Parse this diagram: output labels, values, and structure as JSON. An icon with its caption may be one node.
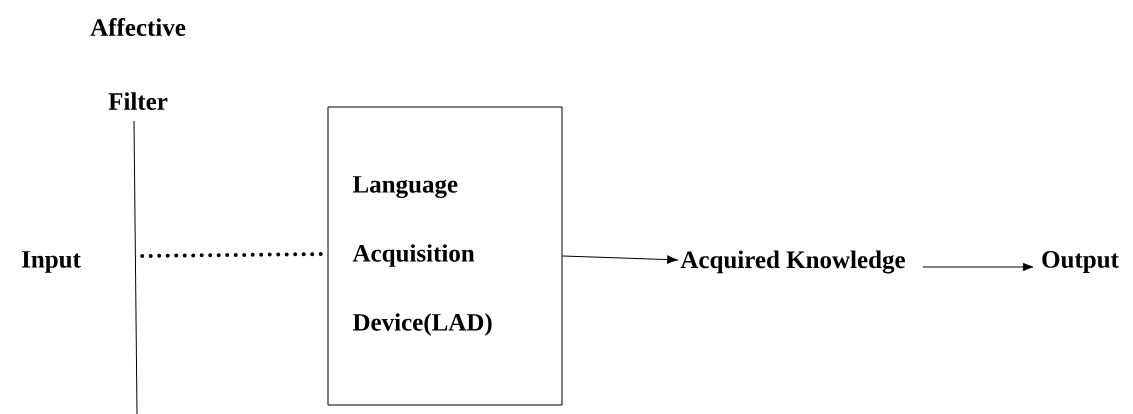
{
  "diagram": {
    "nodes": [
      {
        "text": [
          "Input"
        ]
      },
      {
        "text": [
          "Affective Filter"
        ]
      },
      {
        "text": [
          "Language Acquisition Device(LAD)"
        ]
      },
      {
        "text": [
          "Acquired Knowledge"
        ]
      },
      {
        "text": [
          "Output"
        ]
      }
    ],
    "edges": [
      {
        "from": 1,
        "to": 2,
        "arrow": "none",
        "style": "dashed"
      },
      {
        "from": 2,
        "to": 3,
        "arrow": "to"
      },
      {
        "from": 3,
        "to": 4,
        "arrow": "to"
      }
    ]
  }
}
